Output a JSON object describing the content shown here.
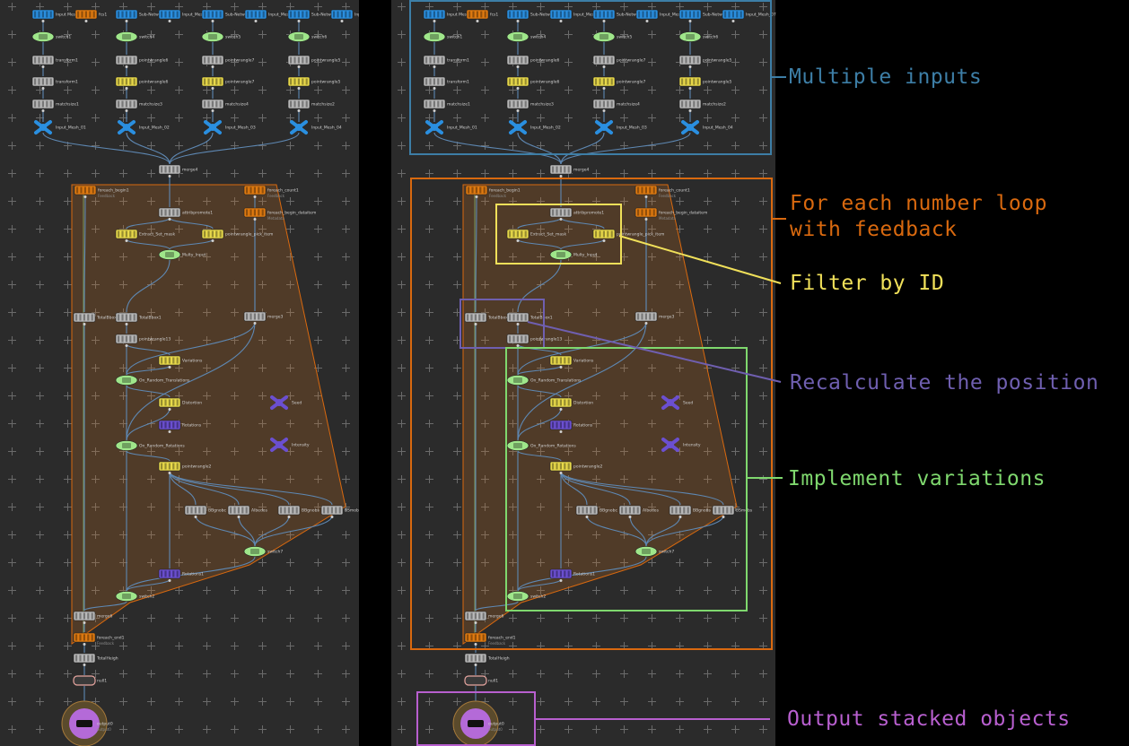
{
  "colors": {
    "background": "#000000",
    "network_bg": "#2b2b2b",
    "wire": "#5e88b3",
    "multiple_inputs": "#3d7ea6",
    "foreach_loop": "#d9690f",
    "filter_by_id": "#f0e05a",
    "recalculate": "#6f5fb0",
    "variations": "#7fd86e",
    "output": "#b85fcf"
  },
  "annotations": {
    "multiple_inputs": "Multiple inputs",
    "foreach_line1": "For each number loop",
    "foreach_line2": "with feedback",
    "filter_by_id": "Filter by ID",
    "recalculate": "Recalculate the position",
    "variations": "Implement variations",
    "output": "Output stacked objects"
  },
  "network": {
    "inputs": {
      "object_merge_labels": [
        "Input Mesh",
        "Sub-Network",
        "Sub-Network",
        "Sub-Network"
      ],
      "file_labels": [
        "fcs1",
        "Input_Mesh_01",
        "Input_Mesh_02",
        "Input_Mesh_07"
      ],
      "switch_labels": [
        "switch1",
        "switch4",
        "switch5",
        "switch6"
      ],
      "transform_labels": [
        "transform1",
        "pointwrangle6",
        "pointwrangle7",
        "pointwrangle5"
      ],
      "match_labels": [
        "matchsize1",
        "matchsize3",
        "matchsize4",
        "matchsize2"
      ],
      "null_labels": [
        "Input_Mesh_01",
        "Input_Mesh_02",
        "Input_Mesh_03",
        "Input_Mesh_04"
      ]
    },
    "merge_top": "merge4",
    "loop": {
      "begin": "foreach_begin1",
      "begin_sub": "Feedback",
      "count": "foreach_count1",
      "count_sub": "Feedback",
      "meta": "foreach_begin_dataitem",
      "meta_sub": "Metadata",
      "attribpromote": "attribpromote1",
      "extract": "Extract_Set_mask",
      "wrangle_pick": "pointwrangle_pick_item",
      "blast": "Multy_Input",
      "totalbbox1": "TotalBbox",
      "totalbbox2": "TotalBbox1",
      "pw_align": "pointwrangle13",
      "merge_right": "merge3",
      "variations": "Variations",
      "switch_trans": "On_Random_Translations",
      "distortion": "Distortion",
      "seed": "Seed",
      "rotations": "Rotations",
      "intensity": "Intensity",
      "switch_rot": "On_Random_Rotations",
      "pw_vars": "pointwrangle2",
      "branch": [
        "BBgnobc",
        "Albedos",
        "BBgnobs",
        "BSmobs"
      ],
      "switch_branch": "switch7",
      "transform_out": "Rotations1",
      "switch_out": "switch2",
      "merge_bottom": "merge6",
      "end": "foreach_end1",
      "end_sub": "Feedback"
    },
    "totalheight": "TotalHeigh",
    "null_out": "null1",
    "output": "output0",
    "output_sub": "output0"
  }
}
